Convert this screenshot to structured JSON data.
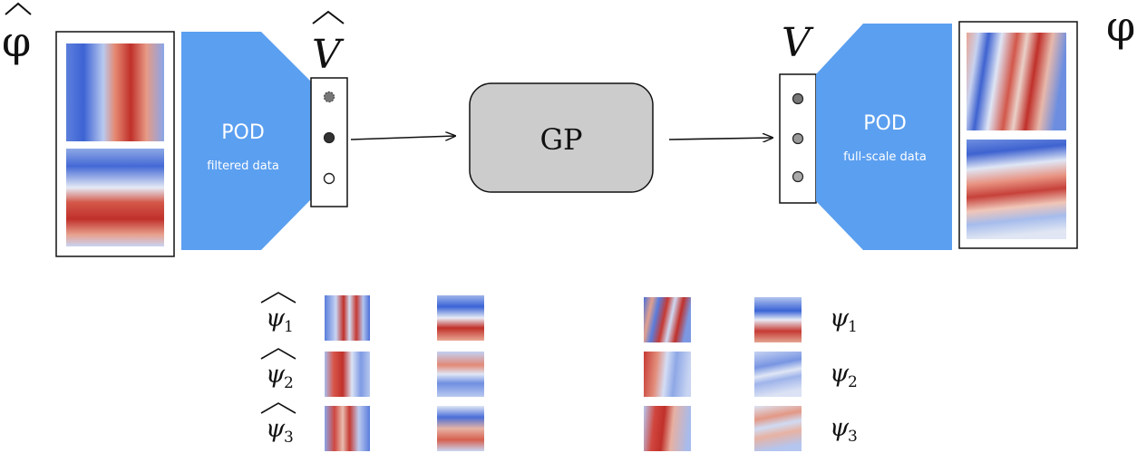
{
  "left_panel": {
    "field_symbol": "φ",
    "pod_title": "POD",
    "pod_subtitle": "filtered data",
    "coeff_symbol": "V"
  },
  "center": {
    "model_label": "GP"
  },
  "right_panel": {
    "field_symbol": "φ",
    "pod_title": "POD",
    "pod_subtitle": "full-scale data",
    "coeff_symbol": "V"
  },
  "modes": {
    "filtered": [
      {
        "symbol": "ψ",
        "index": "1"
      },
      {
        "symbol": "ψ",
        "index": "2"
      },
      {
        "symbol": "ψ",
        "index": "3"
      }
    ],
    "full": [
      {
        "symbol": "ψ",
        "index": "1"
      },
      {
        "symbol": "ψ",
        "index": "2"
      },
      {
        "symbol": "ψ",
        "index": "3"
      }
    ]
  },
  "colors": {
    "pod_block": "#5b9ff0",
    "gp_box": "#cccccc",
    "field_red": "#c0302a",
    "field_blue": "#3a64d6",
    "field_white": "#eef0f4",
    "dot_dark": "#333333",
    "dot_mid": "#777777"
  }
}
